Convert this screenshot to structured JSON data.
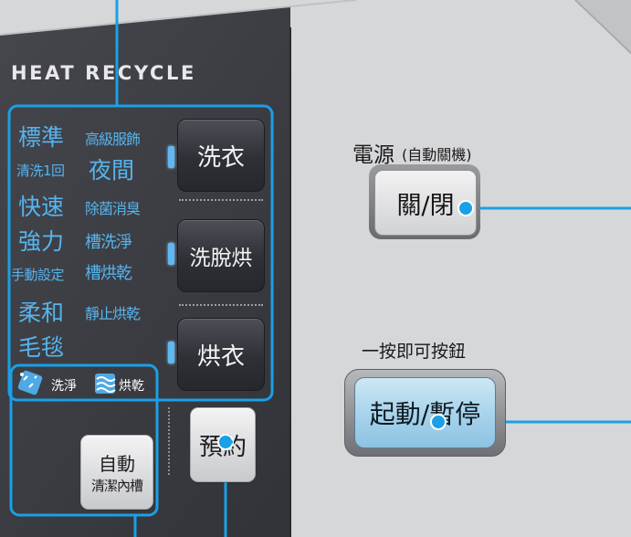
{
  "brand": "HEAT RECYCLE",
  "programs": {
    "standard": "標準",
    "premium_clothes": "高級服飾",
    "rinse_once": "清洗1回",
    "night": "夜間",
    "quick": "快速",
    "sterilize_deodorize": "除菌消臭",
    "strong": "強力",
    "tub_wash": "槽洗淨",
    "manual_setting": "手動設定",
    "tub_dry": "槽烘乾",
    "gentle": "柔和",
    "static_dry": "靜止烘乾",
    "blanket": "毛毯"
  },
  "mode_buttons": {
    "wash": "洗衣",
    "wash_spin_dry": "洗脫烘",
    "dry": "烘衣"
  },
  "legend": {
    "wash": "洗淨",
    "dry": "烘乾"
  },
  "auto_clean": {
    "line1": "自動",
    "line2": "清潔內槽"
  },
  "reserve": "預約",
  "power": {
    "title": "電源",
    "note": "(自動關機)",
    "button": "關/閉"
  },
  "start": {
    "label": "一按即可按鈕",
    "button": "起動/暫停"
  },
  "colors": {
    "panel_dark": "#3a3c42",
    "panel_light": "#d6d7d9",
    "program_text": "#56b4ee",
    "callout_line": "#1aa0e6",
    "start_button": "#a3d0ea"
  }
}
